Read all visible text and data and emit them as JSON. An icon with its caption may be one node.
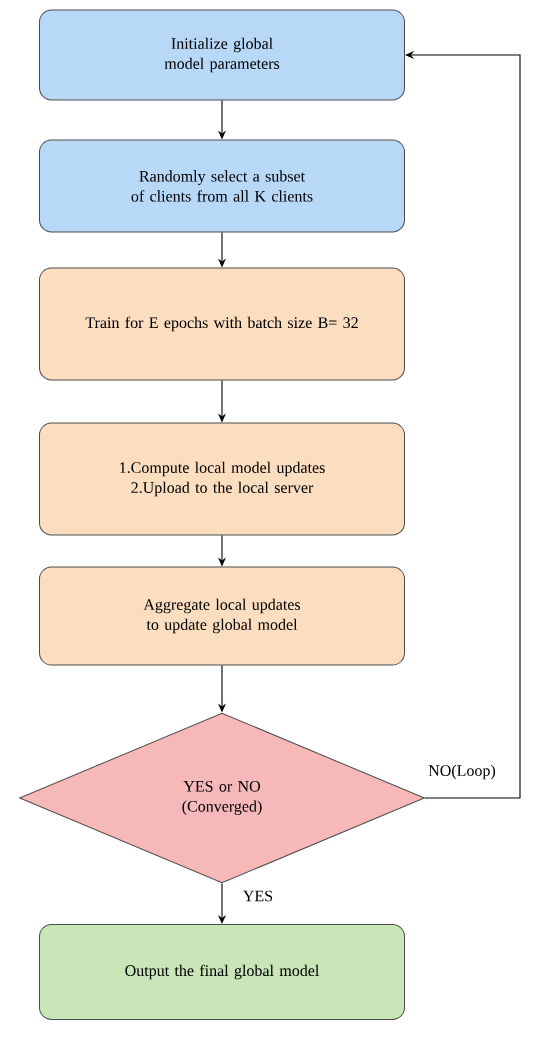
{
  "diagram": {
    "nodes": [
      {
        "text": [
          "Initialize global model parameters"
        ]
      },
      {
        "text": [
          "Randomly select a subset of clients from all K clients"
        ]
      },
      {
        "text": [
          "Train for E epochs with batch size B= 32"
        ]
      },
      {
        "text": [
          "1.Compute local model updates",
          "2.Upload to the local server"
        ]
      },
      {
        "text": [
          "Aggregate local updates to update global model"
        ]
      },
      {
        "text": [
          "YES or NO",
          "(Converged)"
        ]
      },
      {
        "text": [
          "Output the final global model"
        ]
      }
    ],
    "edges": [
      {
        "from": 0,
        "to": 1,
        "arrow": "to"
      },
      {
        "from": 1,
        "to": 2,
        "arrow": "to"
      },
      {
        "from": 2,
        "to": 3,
        "arrow": "to"
      },
      {
        "from": 3,
        "to": 4,
        "arrow": "to"
      },
      {
        "from": 4,
        "to": 5,
        "arrow": "to"
      },
      {
        "from": 5,
        "to": 6,
        "arrow": "to",
        "label": "YES"
      },
      {
        "from": 5,
        "to": 0,
        "arrow": "to",
        "label": "NO(Loop)"
      }
    ]
  }
}
